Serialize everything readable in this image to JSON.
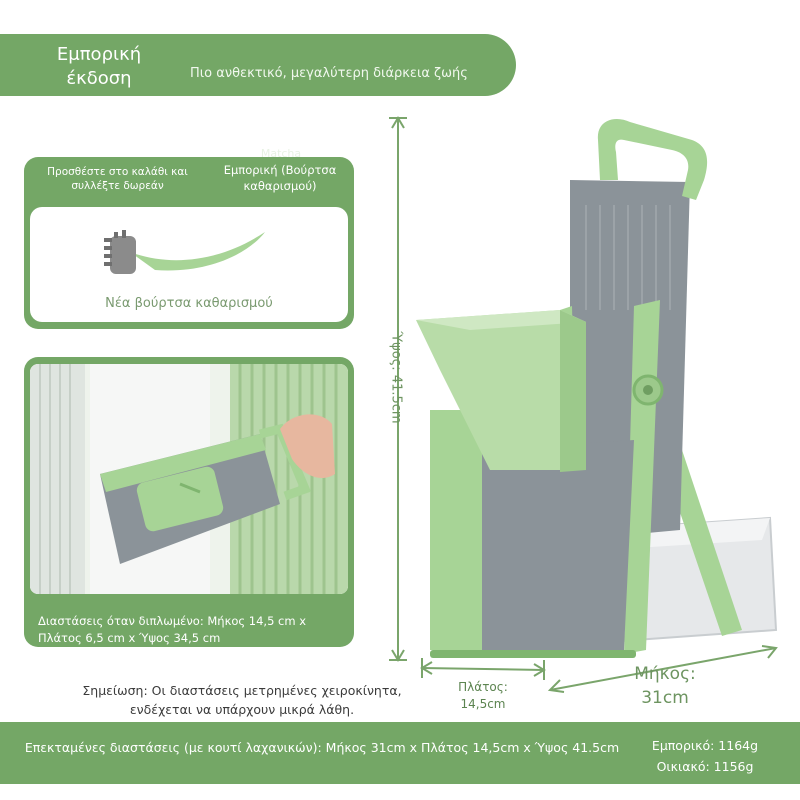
{
  "colors": {
    "accent": "#74a766",
    "product_green": "#a7d496",
    "product_gray": "#8b9399"
  },
  "header": {
    "title": "Εμπορική έκδοση",
    "subtitle": "Πιο ανθεκτικό, μεγαλύτερη διάρκεια ζωής"
  },
  "brush_panel": {
    "prompt": "Προσθέστε στο καλάθι και συλλέξτε δωρεάν",
    "ghost_label": "Matcha",
    "item_label": "Εμπορική (Βούρτσα καθαρισμού)",
    "caption": "Νέα βούρτσα καθαρισμού"
  },
  "photo_panel": {
    "caption": "Διαστάσεις όταν διπλωμένο: Μήκος 14,5 cm x Πλάτος 6,5 cm x Ύψος 34,5 cm"
  },
  "dimensions": {
    "height": "Ύψος: 41.5cm",
    "width": "Πλάτος: 14,5cm",
    "length": "Μήκος: 31cm"
  },
  "note": "Σημείωση: Οι διαστάσεις μετρημένες χειροκίνητα, ενδέχεται να υπάρχουν μικρά λάθη.",
  "footer": {
    "expanded": "Επεκταμένες διαστάσεις (με κουτί λαχανικών): Μήκος 31cm x Πλάτος 14,5cm x Ύψος 41.5cm",
    "weight_commercial": "Εμπορικό: 1164g",
    "weight_home": "Οικιακό: 1156g"
  }
}
